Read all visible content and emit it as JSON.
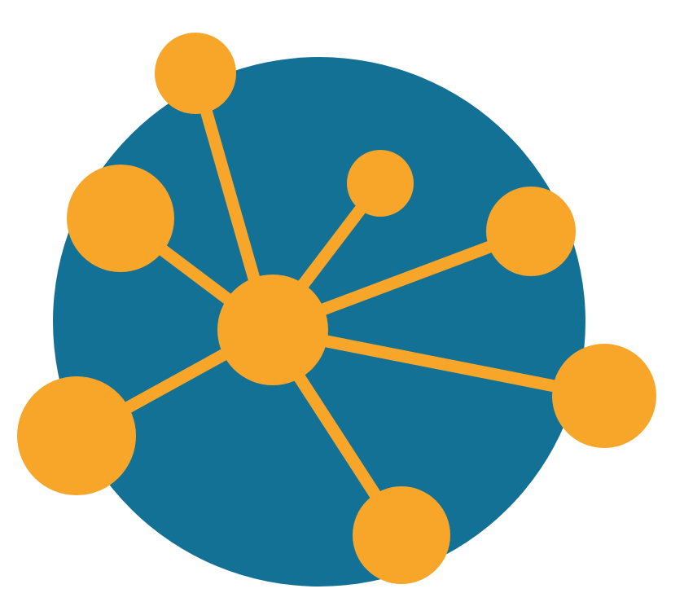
{
  "logo": {
    "name": "network-globe-logo",
    "colors": {
      "globe": "#137196",
      "node": "#f7a62a",
      "link": "#f7a62a",
      "background": "#ffffff"
    },
    "hub": "hub-node",
    "satellites": [
      "top-left-node",
      "left-node",
      "top-center-node",
      "right-upper-node",
      "right-lower-node",
      "bottom-node",
      "bottom-left-node"
    ]
  }
}
